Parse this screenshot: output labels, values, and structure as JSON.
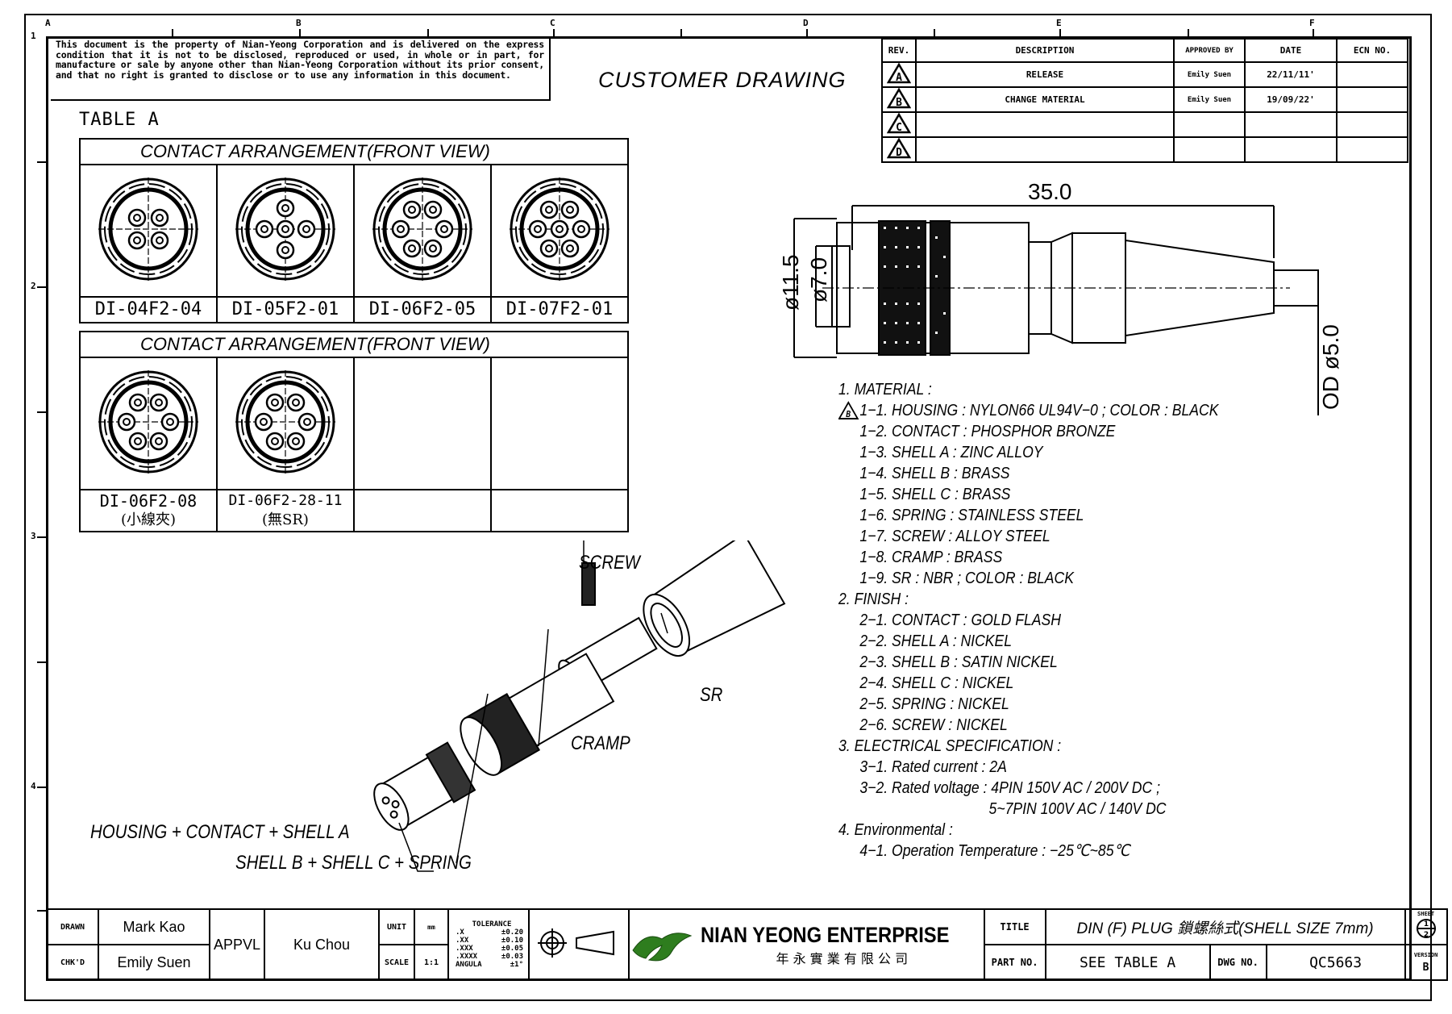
{
  "border": {
    "columns": [
      "A",
      "B",
      "C",
      "D",
      "E",
      "F"
    ],
    "rows": [
      "1",
      "2",
      "3",
      "4"
    ]
  },
  "notice": "This document is the property of Nian-Yeong Corporation and is delivered on the express condition that it is not to be disclosed, reproduced or used, in whole or in part, for manufacture or sale by anyone other than Nian-Yeong Corporation without its prior consent, and that no right is granted to disclose or to use any information in this document.",
  "header": {
    "title": "CUSTOMER DRAWING"
  },
  "revision_table": {
    "columns": [
      "REV.",
      "DESCRIPTION",
      "APPROVED BY",
      "DATE",
      "ECN NO."
    ],
    "rows": [
      {
        "rev": "A",
        "description": "RELEASE",
        "approved_by": "Emily Suen",
        "date": "22/11/11'",
        "ecn": ""
      },
      {
        "rev": "B",
        "description": "CHANGE MATERIAL",
        "approved_by": "Emily Suen",
        "date": "19/09/22'",
        "ecn": ""
      },
      {
        "rev": "C",
        "description": "",
        "approved_by": "",
        "date": "",
        "ecn": ""
      },
      {
        "rev": "D",
        "description": "",
        "approved_by": "",
        "date": "",
        "ecn": ""
      }
    ]
  },
  "table_a": {
    "label": "TABLE A",
    "tables": [
      {
        "heading": "CONTACT ARRANGEMENT(FRONT VIEW)",
        "parts": [
          {
            "code": "DI-04F2-04",
            "note": "",
            "pins": 4
          },
          {
            "code": "DI-05F2-01",
            "note": "",
            "pins": 5
          },
          {
            "code": "DI-06F2-05",
            "note": "",
            "pins": 6
          },
          {
            "code": "DI-07F2-01",
            "note": "",
            "pins": 7
          }
        ]
      },
      {
        "heading": "CONTACT ARRANGEMENT(FRONT VIEW)",
        "parts": [
          {
            "code": "DI-06F2-08",
            "note": "(小線夾)",
            "pins": 6
          },
          {
            "code": "DI-06F2-28-11",
            "note": "(無SR)",
            "pins": 6
          },
          {
            "code": "",
            "note": "",
            "pins": 0
          },
          {
            "code": "",
            "note": "",
            "pins": 0
          }
        ]
      }
    ]
  },
  "dimensions": {
    "length": "35.0",
    "outer_diameter": "ø11.5",
    "inner_diameter": "ø7.0",
    "cable_od": "OD ø5.0"
  },
  "notes": [
    {
      "text": "1. MATERIAL :",
      "indent": 0,
      "rev_mark": ""
    },
    {
      "text": "1−1. HOUSING : NYLON66 UL94V−0 ; COLOR : BLACK",
      "indent": 1,
      "rev_mark": "B"
    },
    {
      "text": "1−2. CONTACT : PHOSPHOR BRONZE",
      "indent": 1,
      "rev_mark": ""
    },
    {
      "text": "1−3. SHELL A : ZINC ALLOY",
      "indent": 1,
      "rev_mark": ""
    },
    {
      "text": "1−4. SHELL B : BRASS",
      "indent": 1,
      "rev_mark": ""
    },
    {
      "text": "1−5. SHELL C : BRASS",
      "indent": 1,
      "rev_mark": ""
    },
    {
      "text": "1−6. SPRING : STAINLESS STEEL",
      "indent": 1,
      "rev_mark": ""
    },
    {
      "text": "1−7. SCREW : ALLOY STEEL",
      "indent": 1,
      "rev_mark": ""
    },
    {
      "text": "1−8. CRAMP : BRASS",
      "indent": 1,
      "rev_mark": ""
    },
    {
      "text": "1−9. SR : NBR ; COLOR : BLACK",
      "indent": 1,
      "rev_mark": ""
    },
    {
      "text": "2. FINISH :",
      "indent": 0,
      "rev_mark": ""
    },
    {
      "text": "2−1. CONTACT : GOLD FLASH",
      "indent": 1,
      "rev_mark": ""
    },
    {
      "text": "2−2. SHELL A : NICKEL",
      "indent": 1,
      "rev_mark": ""
    },
    {
      "text": "2−3. SHELL B : SATIN NICKEL",
      "indent": 1,
      "rev_mark": ""
    },
    {
      "text": "2−4. SHELL C : NICKEL",
      "indent": 1,
      "rev_mark": ""
    },
    {
      "text": "2−5. SPRING : NICKEL",
      "indent": 1,
      "rev_mark": ""
    },
    {
      "text": "2−6. SCREW : NICKEL",
      "indent": 1,
      "rev_mark": ""
    },
    {
      "text": "3. ELECTRICAL SPECIFICATION :",
      "indent": 0,
      "rev_mark": ""
    },
    {
      "text": "3−1. Rated current : 2A",
      "indent": 1,
      "rev_mark": ""
    },
    {
      "text": "3−2. Rated voltage : 4PIN 150V AC / 200V DC ;",
      "indent": 1,
      "rev_mark": ""
    },
    {
      "text": "5~7PIN 100V AC / 140V DC",
      "indent": 2,
      "rev_mark": ""
    },
    {
      "text": "4. Environmental :",
      "indent": 0,
      "rev_mark": ""
    },
    {
      "text": "4−1. Operation Temperature : −25℃~85℃",
      "indent": 1,
      "rev_mark": ""
    }
  ],
  "callouts": {
    "screw": "SCREW",
    "sr": "SR",
    "cramp": "CRAMP",
    "housing": "HOUSING + CONTACT + SHELL A",
    "shell": "SHELL B + SHELL C + SPRING"
  },
  "title_block": {
    "drawn_label": "DRAWN",
    "drawn_by": "Mark Kao",
    "checked_label": "CHK'D",
    "checked_by": "Emily Suen",
    "approval_label": "APPVL",
    "approved_by": "Ku Chou",
    "unit_label": "UNIT",
    "unit": "mm",
    "scale_label": "SCALE",
    "scale": "1:1",
    "tolerance": {
      "title": "TOLERANCE",
      "rows": [
        {
          "k": ".X",
          "v": "±0.20"
        },
        {
          "k": ".XX",
          "v": "±0.10"
        },
        {
          "k": ".XXX",
          "v": "±0.05"
        },
        {
          "k": ".XXXX",
          "v": "±0.03"
        },
        {
          "k": "ANGULA",
          "v": "±1°"
        }
      ]
    },
    "company_en": "NIAN YEONG ENTERPRISE",
    "company_zh": "年 永 實 業 有 限 公 司",
    "brand_color": "#2e7d1e",
    "title_label": "TITLE",
    "title": "DIN (F) PLUG 鎖螺絲式(SHELL SIZE 7mm)",
    "part_no_label": "PART NO.",
    "part_no": "SEE TABLE A",
    "dwg_no_label": "DWG NO.",
    "dwg_no": "QC5663",
    "sheet_label": "SHEET",
    "sheet": "1",
    "sheet_total": "2",
    "version_label": "VERSION",
    "version": "B"
  }
}
